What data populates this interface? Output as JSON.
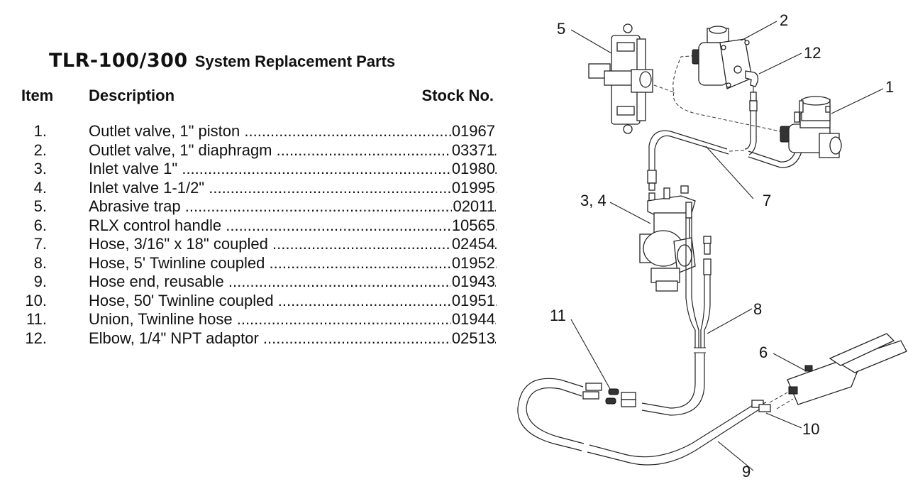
{
  "title": {
    "model": "TLR-100/300",
    "subtitle": "System Replacement Parts"
  },
  "table": {
    "headers": {
      "item": "Item",
      "description": "Description",
      "stock": "Stock No."
    },
    "rows": [
      {
        "item": "1.",
        "description": "Outlet valve, 1\" piston",
        "stock": "01967"
      },
      {
        "item": "2.",
        "description": "Outlet valve, 1\" diaphragm",
        "stock": "03371"
      },
      {
        "item": "3.",
        "description": "Inlet valve 1\"",
        "stock": "01980"
      },
      {
        "item": "4.",
        "description": "Inlet valve 1-1/2\"",
        "stock": "01995"
      },
      {
        "item": "5.",
        "description": "Abrasive trap",
        "stock": "02011"
      },
      {
        "item": "6.",
        "description": "RLX control handle",
        "stock": "10565"
      },
      {
        "item": "7.",
        "description": "Hose, 3/16\" x 18\" coupled",
        "stock": "02454"
      },
      {
        "item": "8.",
        "description": "Hose, 5' Twinline coupled",
        "stock": "01952"
      },
      {
        "item": "9.",
        "description": "Hose end, reusable",
        "stock": "01943"
      },
      {
        "item": "10.",
        "description": "Hose, 50' Twinline coupled",
        "stock": "01951"
      },
      {
        "item": "11.",
        "description": "Union, Twinline hose",
        "stock": "01944"
      },
      {
        "item": "12.",
        "description": "Elbow, 1/4\" NPT adaptor",
        "stock": "02513"
      }
    ]
  },
  "diagram": {
    "callouts": {
      "c5": "5",
      "c2": "2",
      "c12": "12",
      "c1": "1",
      "c34": "3, 4",
      "c7": "7",
      "c8": "8",
      "c11": "11",
      "c6": "6",
      "c10": "10",
      "c9": "9"
    }
  }
}
